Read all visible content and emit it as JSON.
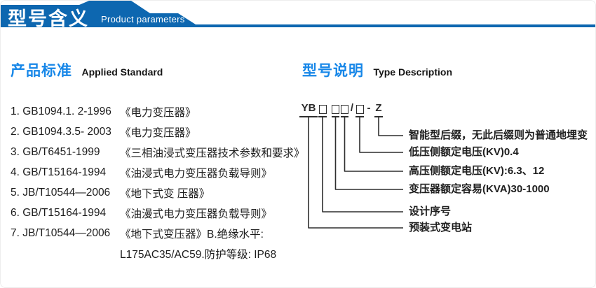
{
  "header": {
    "title_cn": "型号含义",
    "title_en": "Product parameters",
    "banner_color": "#0d67b0"
  },
  "standards": {
    "heading_cn": "产品标准",
    "heading_en": "Applied Standard",
    "accent_color": "#1787e8",
    "items": [
      {
        "code": "1. GB1094.1. 2-1996",
        "title": "《电力变压器》"
      },
      {
        "code": "2. GB1094.3.5- 2003",
        "title": "《电力变压器》"
      },
      {
        "code": "3. GB/T6451-1999",
        "title": "《三相油浸式变压器技术参数和要求》"
      },
      {
        "code": "4. GB/T15164-1994",
        "title": "《油浸式电力变压器负载导则》"
      },
      {
        "code": "5. JB/T10544—2006",
        "title": "《地下式变 压器》"
      },
      {
        "code": "6. GB/T15164-1994",
        "title": "《油漫式电力变压器负载导则》"
      },
      {
        "code": "7. JB/T10544—2006",
        "title": "《地下式变压器》B.绝缘水平:"
      }
    ],
    "continuation": "L175AC35/AC59.防护等级: IP68"
  },
  "type_desc": {
    "heading_cn": "型号说明",
    "heading_en": "Type Description",
    "code": {
      "prefix": "YB",
      "placeholder_glyph": "□",
      "slash": "/",
      "dash": "-",
      "suffix": "Z"
    },
    "labels": [
      "智能型后缀，无此后缀则为普通地埋变",
      "低压侧额定电压(KV)0.4",
      "高压侧额定电压(KV):6.3、12",
      "变压器额定容易(KVA)30-1000",
      "设计序号",
      "预装式变电站"
    ]
  }
}
